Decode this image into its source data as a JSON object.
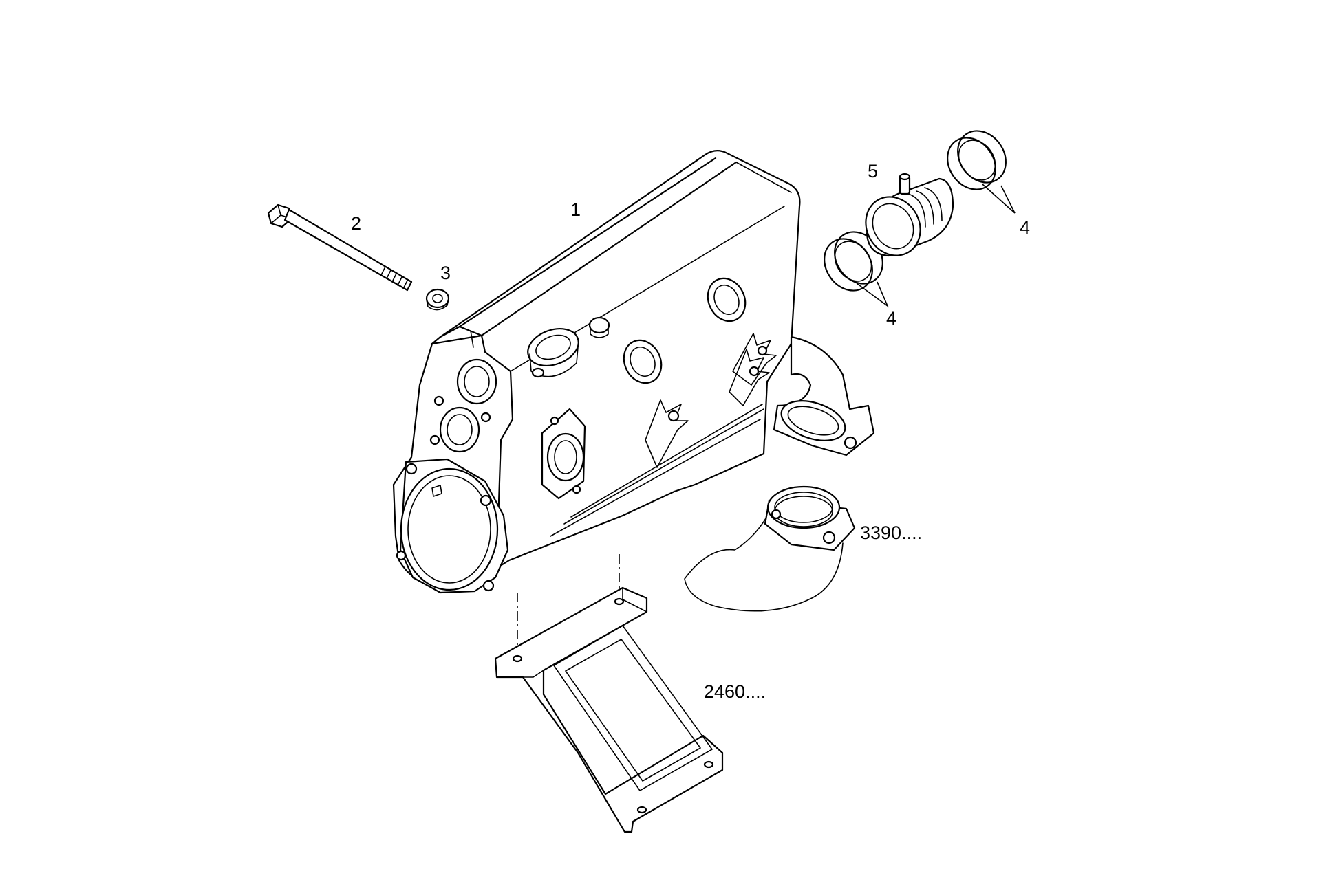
{
  "callouts": {
    "c1": "1",
    "c2": "2",
    "c3": "3",
    "c4a": "4",
    "c4b": "4",
    "c5": "5",
    "ref_3390": "3390....",
    "ref_2460": "2460...."
  },
  "colors": {
    "line": "#000000",
    "background": "#ffffff"
  }
}
